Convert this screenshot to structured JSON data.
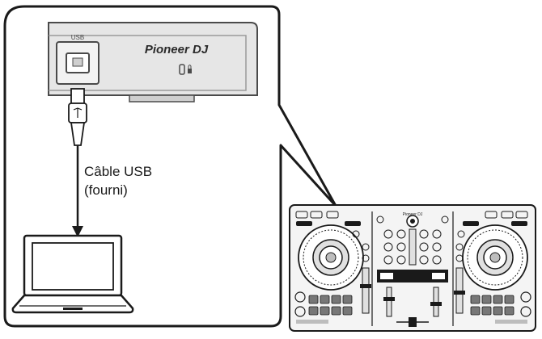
{
  "device_panel": {
    "port_label": "USB",
    "brand": "Pioneer DJ"
  },
  "cable": {
    "label_line1": "Câble USB",
    "label_line2": "(fourni)"
  },
  "controller": {
    "brand": "Pioneer DJ"
  },
  "colors": {
    "line": "#1a1a1a",
    "panel": "#e6e6e6",
    "panel_dark": "#bdbdbd",
    "background": "#ffffff"
  }
}
